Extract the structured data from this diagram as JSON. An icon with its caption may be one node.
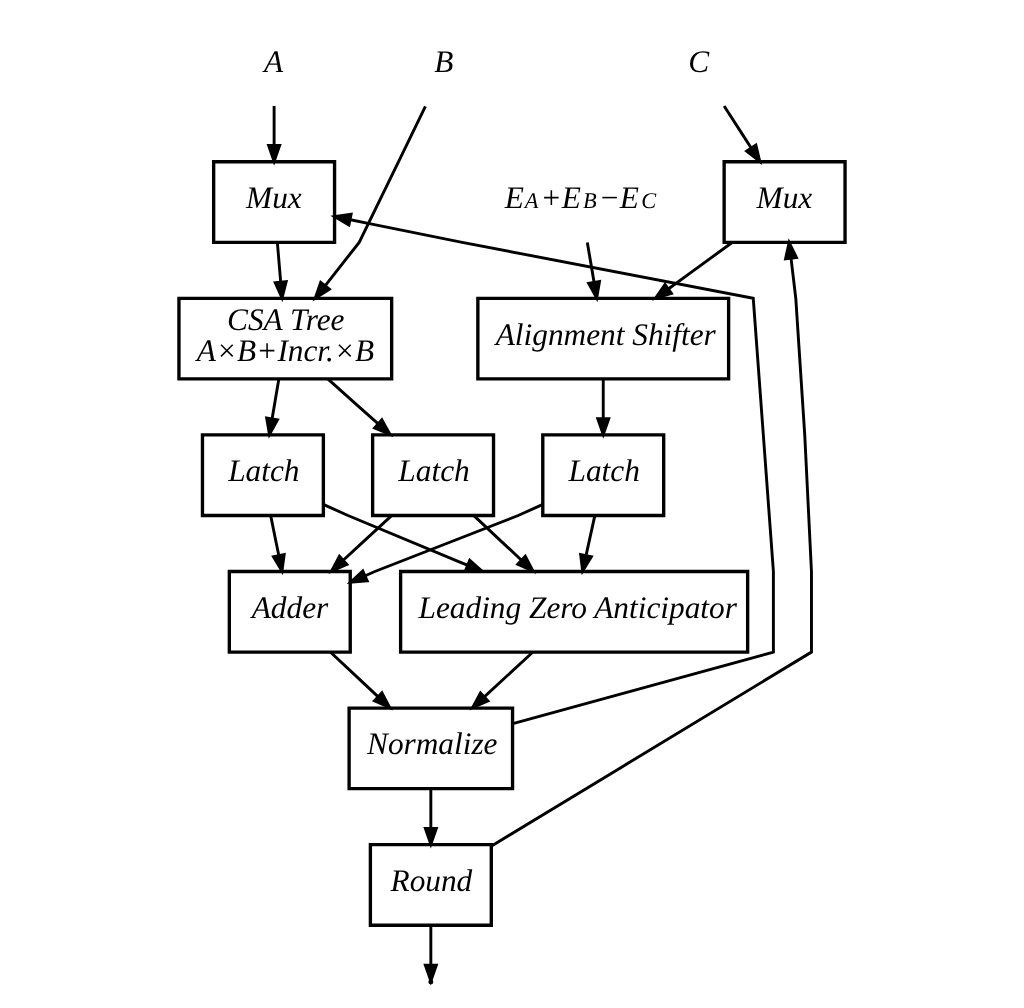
{
  "diagram": {
    "nodes": [
      {
        "text": [
          "A"
        ]
      },
      {
        "text": [
          "B"
        ]
      },
      {
        "text": [
          "C"
        ]
      },
      {
        "text": [
          "E$_{A}$+E$_{B}$−E$_{C}$"
        ]
      },
      {
        "text": [
          "Mux"
        ]
      },
      {
        "text": [
          "Mux"
        ]
      },
      {
        "text": [
          "CSA Tree",
          "A×B+Incr.×B"
        ]
      },
      {
        "text": [
          "Alignment Shifter"
        ]
      },
      {
        "text": [
          "Latch"
        ]
      },
      {
        "text": [
          "Latch"
        ]
      },
      {
        "text": [
          "Latch"
        ]
      },
      {
        "text": [
          "Adder"
        ]
      },
      {
        "text": [
          "Leading Zero Anticipator"
        ]
      },
      {
        "text": [
          "Normalize"
        ]
      },
      {
        "text": [
          "Round"
        ]
      }
    ],
    "edges": [
      {
        "from": 0,
        "to": 4,
        "arrow": "to"
      },
      {
        "from": 1,
        "to": 6,
        "arrow": "to"
      },
      {
        "from": 4,
        "to": 6,
        "arrow": "to"
      },
      {
        "from": 2,
        "to": 5,
        "arrow": "to"
      },
      {
        "from": 3,
        "to": 7,
        "arrow": "to"
      },
      {
        "from": 5,
        "to": 7,
        "arrow": "to"
      },
      {
        "from": 6,
        "to": 8,
        "arrow": "to"
      },
      {
        "from": 6,
        "to": 9,
        "arrow": "to"
      },
      {
        "from": 7,
        "to": 10,
        "arrow": "to"
      },
      {
        "from": 8,
        "to": 11,
        "arrow": "to"
      },
      {
        "from": 8,
        "to": 12,
        "arrow": "to"
      },
      {
        "from": 9,
        "to": 11,
        "arrow": "to"
      },
      {
        "from": 9,
        "to": 12,
        "arrow": "to"
      },
      {
        "from": 10,
        "to": 11,
        "arrow": "to"
      },
      {
        "from": 10,
        "to": 12,
        "arrow": "to"
      },
      {
        "from": 11,
        "to": 13,
        "arrow": "to"
      },
      {
        "from": 12,
        "to": 13,
        "arrow": "to"
      },
      {
        "from": 13,
        "to": 14,
        "arrow": "to"
      },
      {
        "from": 13,
        "to": 4,
        "arrow": "to"
      },
      {
        "from": 14,
        "to": 5,
        "arrow": "to"
      },
      {
        "from": 14,
        "to": null,
        "arrow": "to"
      }
    ]
  }
}
